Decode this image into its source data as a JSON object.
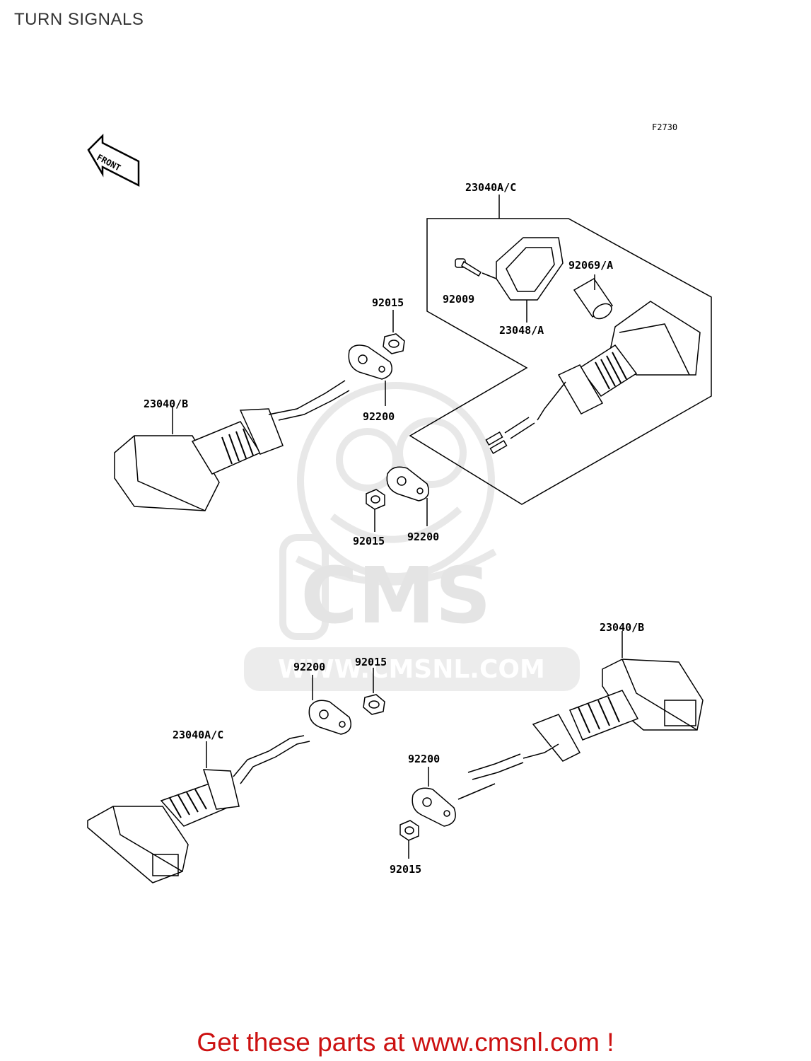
{
  "page": {
    "title": "TURN SIGNALS"
  },
  "figure": {
    "code": "F2730",
    "direction_label": "FRONT"
  },
  "watermark": {
    "brand": "CMS",
    "url": "WWW.CMSNL.COM"
  },
  "callouts": {
    "top_group": "23040A/C",
    "bolt": "92009",
    "lens": "23048/A",
    "bulb": "92069/A",
    "nut_top": "92015",
    "plate_top": "92200",
    "signal_top_left": "23040/B",
    "nut_mid": "92015",
    "plate_mid": "92200",
    "plate_bottom_left": "92200",
    "nut_bottom_left": "92015",
    "signal_bottom_left": "23040A/C",
    "signal_bottom_right": "23040/B",
    "plate_bottom_right": "92200",
    "nut_bottom_right": "92015"
  },
  "footer": {
    "promo": "Get these parts at www.cmsnl.com !"
  }
}
